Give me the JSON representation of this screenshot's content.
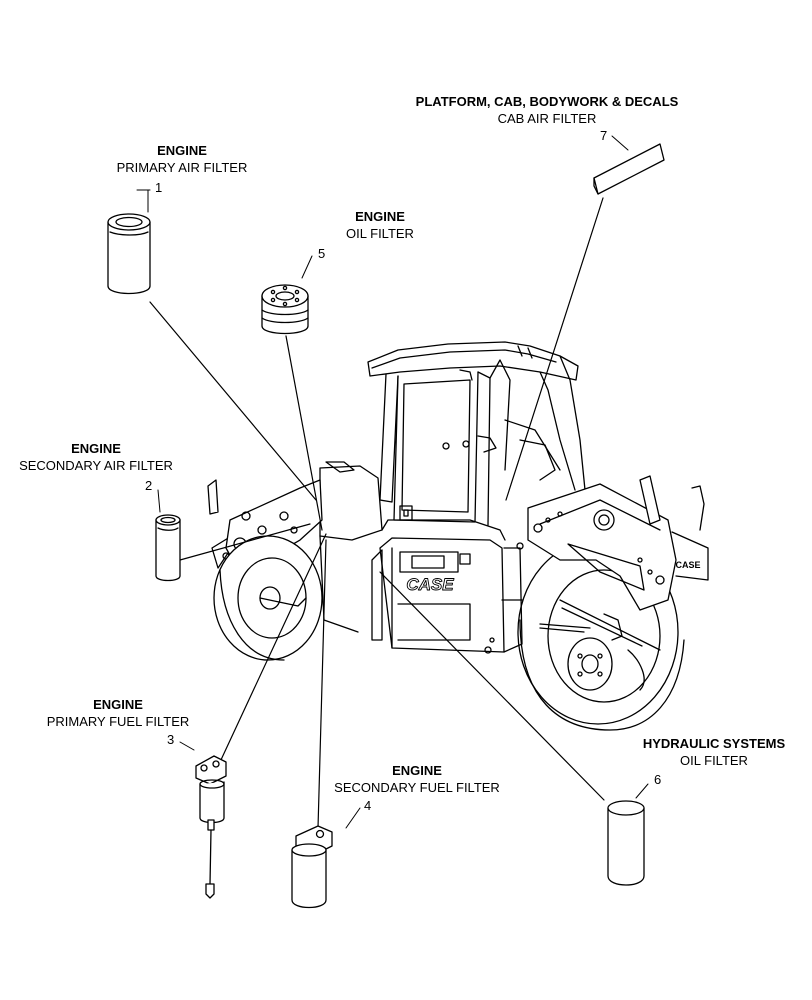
{
  "parts": [
    {
      "number": "1",
      "category": "ENGINE",
      "description": "PRIMARY AIR FILTER"
    },
    {
      "number": "2",
      "category": "ENGINE",
      "description": "SECONDARY AIR FILTER"
    },
    {
      "number": "3",
      "category": "ENGINE",
      "description": "PRIMARY FUEL FILTER"
    },
    {
      "number": "4",
      "category": "ENGINE",
      "description": "SECONDARY FUEL FILTER"
    },
    {
      "number": "5",
      "category": "ENGINE",
      "description": "OIL FILTER"
    },
    {
      "number": "6",
      "category": "HYDRAULIC SYSTEMS",
      "description": "OIL FILTER"
    },
    {
      "number": "7",
      "category": "PLATFORM, CAB, BODYWORK & DECALS",
      "description": "CAB AIR FILTER"
    }
  ],
  "machine": {
    "logo_text": "CASE"
  }
}
